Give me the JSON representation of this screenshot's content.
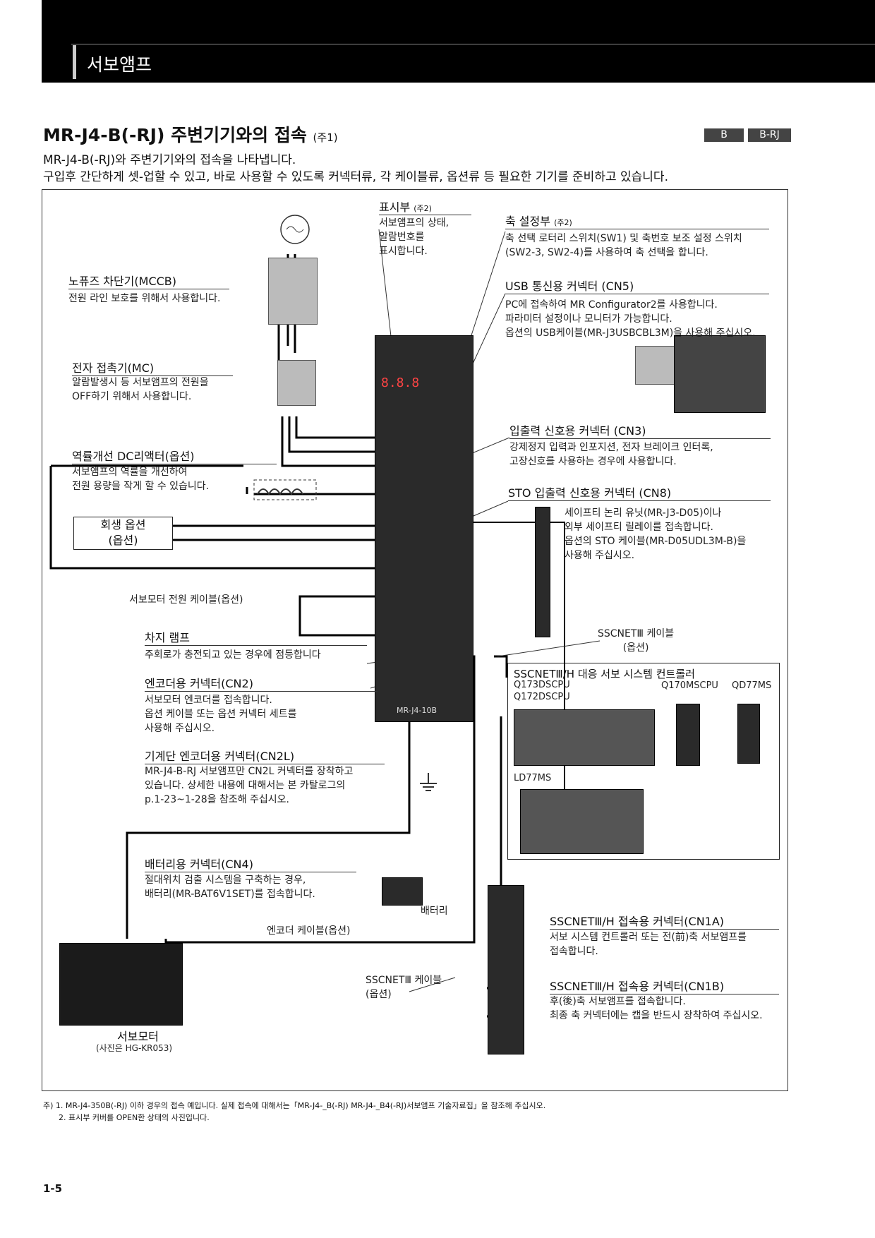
{
  "header": {
    "section": "서보앰프"
  },
  "title": {
    "main": "MR-J4-B(-RJ) 주변기기와의 접속",
    "note": "(주1)",
    "badges": [
      "B",
      "B-RJ"
    ]
  },
  "intro": [
    "MR-J4-B(-RJ)와 주변기기와의 접속을 나타냅니다.",
    "구입후 간단하게 셋-업할 수 있고, 바로 사용할 수 있도록 커넥터류, 각 케이블류, 옵션류 등 필요한 기기를 준비하고 있습니다."
  ],
  "labels": {
    "display": {
      "title": "표시부",
      "note": "(주2)",
      "lines": [
        "서보앰프의 상태,",
        "알람번호를",
        "표시합니다."
      ]
    },
    "axis": {
      "title": "축 설정부",
      "note": "(주2)",
      "lines": [
        "축 선택 로터리 스위치(SW1) 및 축번호 보조 설정 스위치",
        "(SW2-3, SW2-4)를 사용하여 축 선택을 합니다."
      ]
    },
    "usb": {
      "title": "USB 통신용 커넥터 (CN5)",
      "lines": [
        "PC에 접속하여 MR Configurator2를 사용합니다.",
        "파라미터 설정이나 모니터가 가능합니다.",
        "옵션의 USB케이블(MR-J3USBCBL3M)을 사용해 주십시오."
      ]
    },
    "mccb": {
      "title": "노퓨즈 차단기(MCCB)",
      "lines": [
        "전원 라인 보호를 위해서 사용합니다."
      ]
    },
    "mc": {
      "title": "전자 접촉기(MC)",
      "lines": [
        "알람발생시 등 서보앰프의 전원을",
        "OFF하기 위해서 사용합니다."
      ]
    },
    "reactor": {
      "title": "역률개선 DC리액터(옵션)",
      "lines": [
        "서보앰프의 역률을 개선하여",
        "전원 용량을 작게 할 수 있습니다."
      ]
    },
    "regen": {
      "lines": [
        "회생 옵션",
        "(옵션)"
      ]
    },
    "power_cable": "서보모터 전원 케이블(옵션)",
    "charge": {
      "title": "차지 램프",
      "lines": [
        "주회로가 충전되고 있는 경우에 점등합니다"
      ]
    },
    "cn2": {
      "title": "엔코더용 커넥터(CN2)",
      "lines": [
        "서보모터 엔코더를 접속합니다.",
        "옵션 케이블 또는 옵션 커넥터 세트를",
        "사용해 주십시오."
      ]
    },
    "cn2l": {
      "title": "기계단 엔코더용 커넥터(CN2L)",
      "lines": [
        "MR-J4-B-RJ 서보앰프만 CN2L 커넥터를 장착하고",
        "있습니다. 상세한 내용에 대해서는 본 카탈로그의",
        "p.1-23~1-28을 참조해 주십시오."
      ]
    },
    "cn4": {
      "title": "배터리용 커넥터(CN4)",
      "lines": [
        "절대위치 검출 시스템을 구축하는 경우,",
        "배터리(MR-BAT6V1SET)를 접속합니다."
      ]
    },
    "battery": "배터리",
    "encoder_cable": "엔코더 케이블(옵션)",
    "motor": {
      "title": "서보모터",
      "caption": "(사진은 HG-KR053)"
    },
    "sscnet_cable1": [
      "SSCNETⅢ 케이블",
      "(옵션)"
    ],
    "cn3": {
      "title": "입출력 신호용 커넥터 (CN3)",
      "lines": [
        "강제정지 입력과 인포지션, 전자 브레이크 인터록,",
        "고장신호를 사용하는 경우에 사용합니다."
      ]
    },
    "cn8": {
      "title": "STO 입출력 신호용 커넥터 (CN8)",
      "lines": [
        "세이프티 논리 유닛(MR-J3-D05)이나",
        "외부 세이프티 릴레이를 접속합니다.",
        "옵션의 STO 케이블(MR-D05UDL3M-B)을",
        "사용해 주십시오."
      ]
    },
    "sscnet_cable2": [
      "SSCNETⅢ 케이블",
      "(옵션)"
    ],
    "controller": {
      "title": "SSCNETⅢ/H 대응 서보 시스템 컨트롤러",
      "models": [
        "Q173DSCPU",
        "Q172DSCPU",
        "Q170MSCPU",
        "QD77MS",
        "LD77MS"
      ]
    },
    "cn1a": {
      "title": "SSCNETⅢ/H 접속용 커넥터(CN1A)",
      "lines": [
        "서보 시스템 컨트롤러 또는 전(前)축 서보앰프를",
        "접속합니다."
      ]
    },
    "cn1b": {
      "title": "SSCNETⅢ/H 접속용 커넥터(CN1B)",
      "lines": [
        "후(後)축 서보앰프를 접속합니다.",
        "최종 축 커넥터에는 캡을 반드시 장착하여 주십시오."
      ]
    },
    "amp_display": "8.8.8",
    "amp_model": "MR-J4-10B"
  },
  "footnotes": [
    "주)  1. MR-J4-350B(-RJ) 이하 경우의 접속 예입니다. 실제 접속에 대해서는「MR-J4-_B(-RJ) MR-J4-_B4(-RJ)서보앰프 기술자료집」을 참조해 주십시오.",
    "2. 표시부 커버를 OPEN한 상태의 사진입니다."
  ],
  "page_number": "1-5"
}
